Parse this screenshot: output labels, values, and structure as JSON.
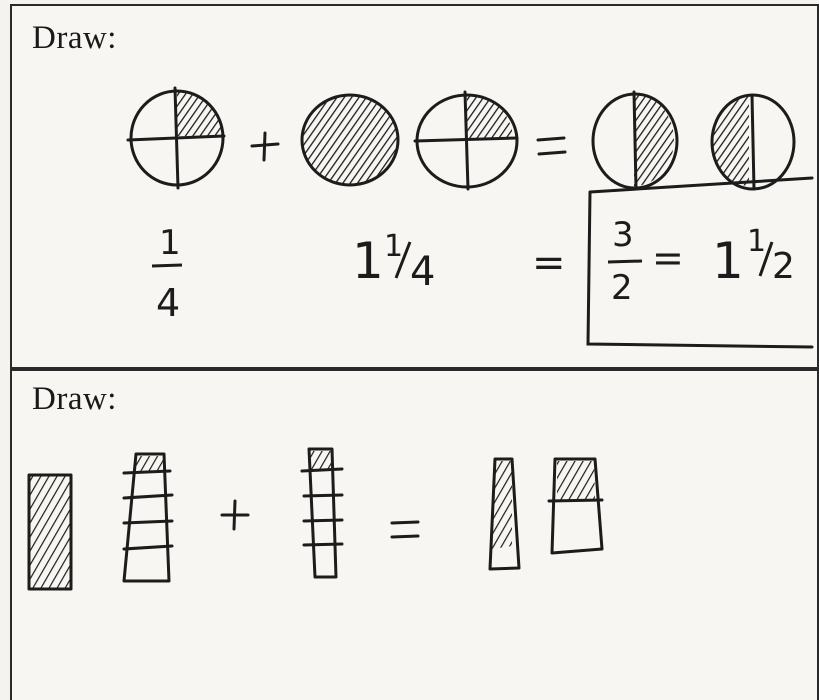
{
  "panels": [
    {
      "label": "Draw:",
      "drawing": "fraction-circles",
      "equation": {
        "term1": {
          "numerator": "1",
          "denominator": "4"
        },
        "term2": {
          "whole": "1",
          "numerator": "1",
          "denominator": "4"
        },
        "equals": "=",
        "result": {
          "numerator": "3",
          "denominator": "2",
          "equals": "=",
          "whole": "1",
          "fraction_numerator": "1",
          "fraction_denominator": "2"
        }
      },
      "operators": {
        "plus": "+",
        "equals": "="
      }
    },
    {
      "label": "Draw:",
      "drawing": "fraction-bars",
      "operators": {
        "plus": "+",
        "equals": "="
      }
    }
  ],
  "colors": {
    "ink": "#1c1c1c",
    "paper": "#f7f6f2",
    "border": "#2a2a2a"
  }
}
